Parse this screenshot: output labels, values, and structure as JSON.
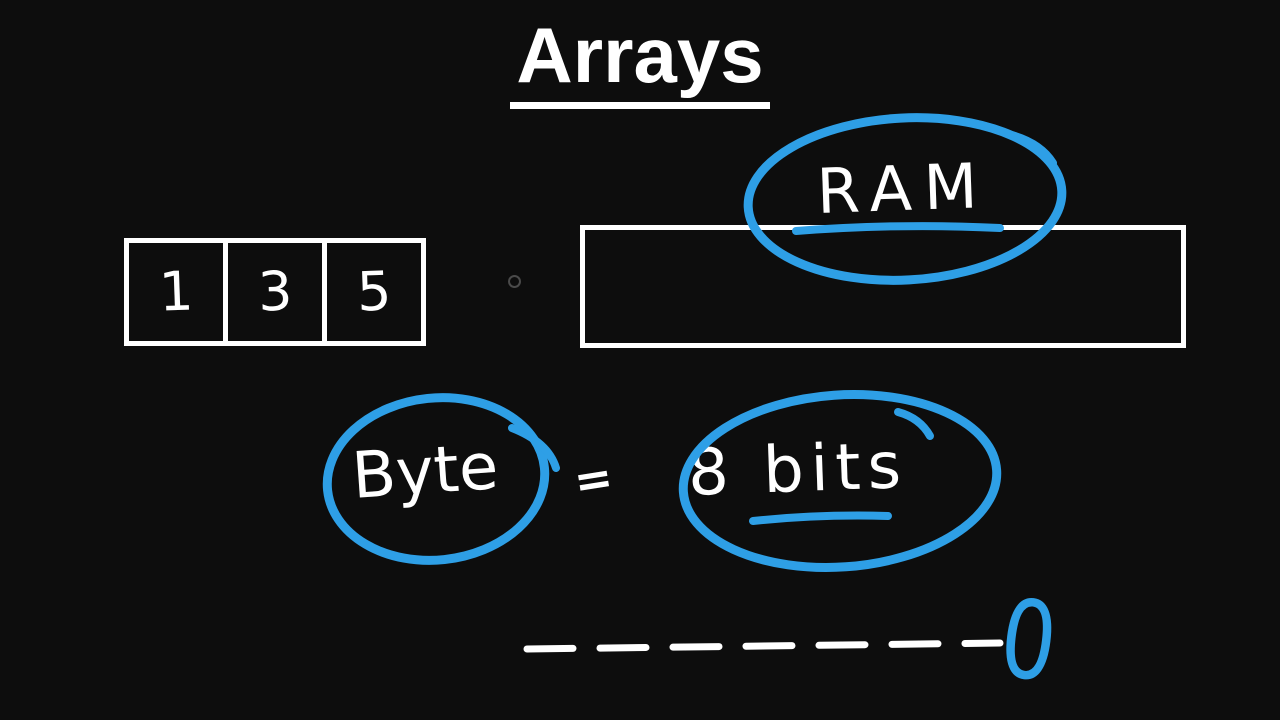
{
  "canvas": {
    "background": "#0d0d0d",
    "ink": "#ffffff",
    "marker": "#2e9fe6"
  },
  "title": {
    "text": "Arrays"
  },
  "array": {
    "cells": [
      "1",
      "3",
      "5"
    ]
  },
  "ram": {
    "label": "RAM"
  },
  "equation": {
    "left": "Byte",
    "equals": "=",
    "right": "8 bits"
  },
  "footnote": {
    "zero": "0"
  }
}
